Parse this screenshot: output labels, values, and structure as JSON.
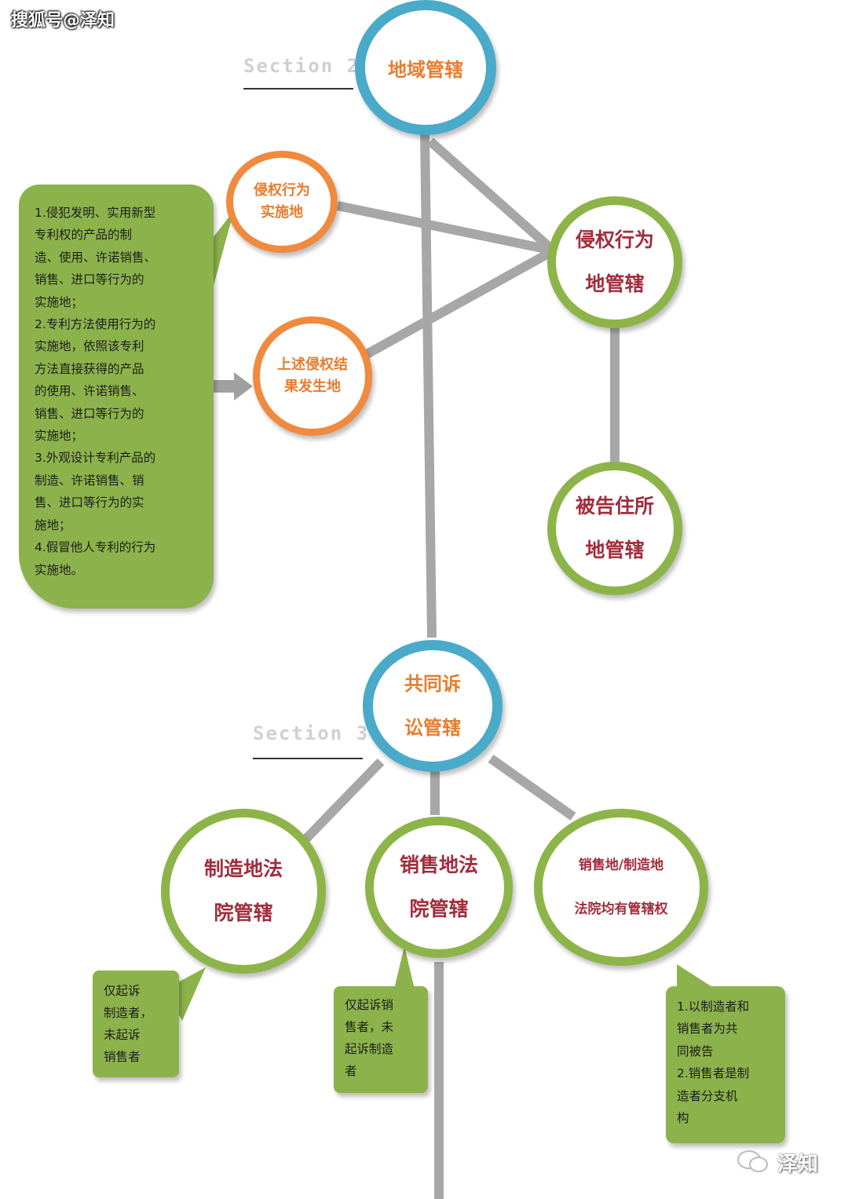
{
  "watermark_top": "搜狐号@泽知",
  "watermark_bottom": "泽知",
  "sections": {
    "section2": "Section 2",
    "section3": "Section 3"
  },
  "nodes": {
    "territorial": "地域管辖",
    "infringement_place_jurisdiction": "侵权行为\n地管辖",
    "infringement_place": "侵权行为\n实施地",
    "result_place": "上述侵权结\n果发生地",
    "defendant_domicile": "被告住所\n地管辖",
    "joint_litigation": "共同诉\n讼管辖",
    "manufacture_court": "制造地法\n院管辖",
    "sales_court": "销售地法\n院管辖",
    "both_courts": "销售地/制造地\n法院均有管辖权"
  },
  "callouts": {
    "infringing_acts": "1.侵犯发明、实用新型\n  专利权的产品的制\n  造、使用、许诺销售、\n  销售、进口等行为的\n  实施地；\n2.专利方法使用行为的\n  实施地，依照该专利\n  方法直接获得的产品\n  的使用、许诺销售、\n  销售、进口等行为的\n  实施地；\n3.外观设计专利产品的\n  制造、许诺销售、销\n  售、进口等行为的实\n  施地；\n4.假冒他人专利的行为\n  实施地。",
    "manufacturer_only": "仅起诉\n制造者，\n未起诉\n销售者",
    "seller_only": "仅起诉销\n售者，未\n起诉制造\n者",
    "both_parties": "1.以制造者和\n  销售者为共\n  同被告\n2.销售者是制\n  造者分支机\n  构"
  },
  "colors": {
    "blue_ring": "#4aaac9",
    "orange_ring": "#ef8a3e",
    "green_ring": "#8db449",
    "connector": "#a7a7a7",
    "callout_fill": "#8cb34b"
  },
  "icons": [
    "wechat-icon",
    "arrow-right-icon"
  ]
}
